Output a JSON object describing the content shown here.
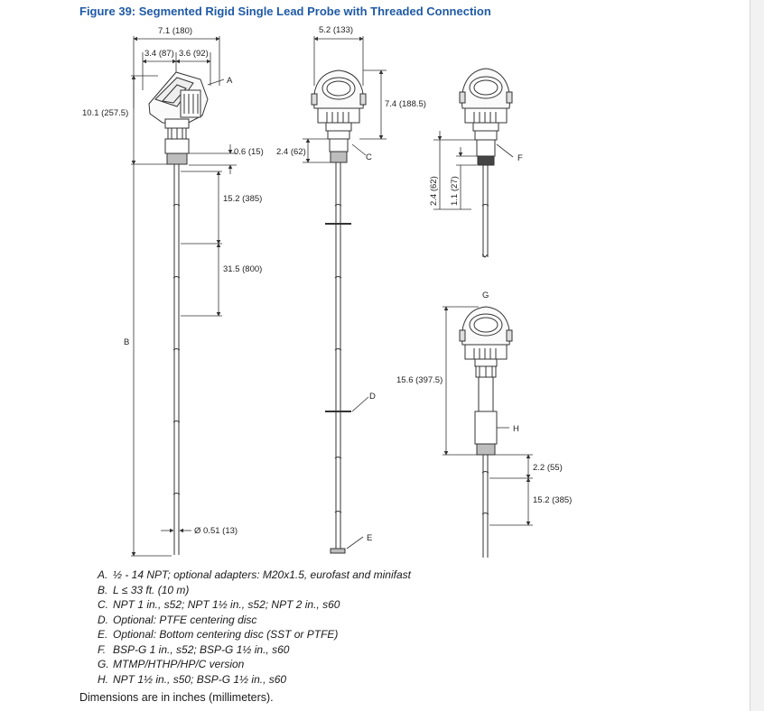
{
  "figure": {
    "title": "Figure 39: Segmented Rigid Single Lead Probe with Threaded Connection"
  },
  "dimensions": {
    "overall_width": "7.1 (180)",
    "head_left": "3.4 (87)",
    "head_right": "3.6 (92)",
    "overall_height": "10.1 (257.5)",
    "thread_len": "0.6 (15)",
    "segment_short": "15.2 (385)",
    "segment_long": "31.5 (800)",
    "diameter": "Ø 0.51 (13)",
    "mid_width": "5.2 (133)",
    "mid_height": "7.4 (188.5)",
    "mid_conn": "2.4 (62)",
    "right_conn": "2.4 (62)",
    "right_thread": "1.1 (27)",
    "g_height": "15.6 (397.5)",
    "g_lower": "2.2 (55)",
    "g_segment": "15.2 (385)"
  },
  "callouts": {
    "a": "A",
    "b": "B",
    "c": "C",
    "d": "D",
    "e": "E",
    "f": "F",
    "g": "G",
    "h": "H"
  },
  "legend": [
    {
      "letter": "A.",
      "text": "½ - 14 NPT; optional adapters: M20x1.5, eurofast and minifast"
    },
    {
      "letter": "B.",
      "text": "L ≤ 33 ft. (10 m)"
    },
    {
      "letter": "C.",
      "text": "NPT 1 in., s52; NPT 1½ in., s52; NPT 2 in., s60"
    },
    {
      "letter": "D.",
      "text": "Optional: PTFE centering disc"
    },
    {
      "letter": "E.",
      "text": "Optional: Bottom centering disc (SST or PTFE)"
    },
    {
      "letter": "F.",
      "text": "BSP-G 1 in., s52; BSP-G 1½ in., s60"
    },
    {
      "letter": "G.",
      "text": "MTMP/HTHP/HP/C version"
    },
    {
      "letter": "H.",
      "text": "NPT 1½ in., s50; BSP-G 1½ in., s60"
    }
  ],
  "footnote": "Dimensions are in inches (millimeters)."
}
